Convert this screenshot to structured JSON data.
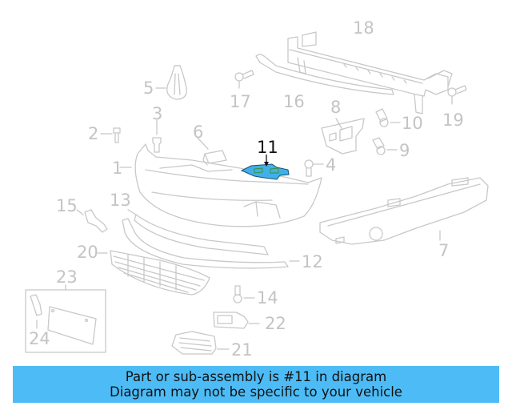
{
  "diagram": {
    "highlight_color": "#3fb0ea",
    "line_color": "#c8c8c8",
    "highlighted_part": "11",
    "callouts": [
      {
        "id": "1",
        "label": "1"
      },
      {
        "id": "2",
        "label": "2"
      },
      {
        "id": "3",
        "label": "3"
      },
      {
        "id": "4",
        "label": "4"
      },
      {
        "id": "5",
        "label": "5"
      },
      {
        "id": "6",
        "label": "6"
      },
      {
        "id": "7",
        "label": "7"
      },
      {
        "id": "8",
        "label": "8"
      },
      {
        "id": "9",
        "label": "9"
      },
      {
        "id": "10",
        "label": "10"
      },
      {
        "id": "11",
        "label": "11"
      },
      {
        "id": "12",
        "label": "12"
      },
      {
        "id": "13",
        "label": "13"
      },
      {
        "id": "14",
        "label": "14"
      },
      {
        "id": "15",
        "label": "15"
      },
      {
        "id": "16",
        "label": "16"
      },
      {
        "id": "17",
        "label": "17"
      },
      {
        "id": "18",
        "label": "18"
      },
      {
        "id": "19",
        "label": "19"
      },
      {
        "id": "20",
        "label": "20"
      },
      {
        "id": "21",
        "label": "21"
      },
      {
        "id": "22",
        "label": "22"
      },
      {
        "id": "23",
        "label": "23"
      },
      {
        "id": "24",
        "label": "24"
      }
    ]
  },
  "banner": {
    "color": "#4dbcf6",
    "line1": "Part or sub-assembly is #11 in diagram",
    "line2": "Diagram may not be specific to your vehicle"
  }
}
